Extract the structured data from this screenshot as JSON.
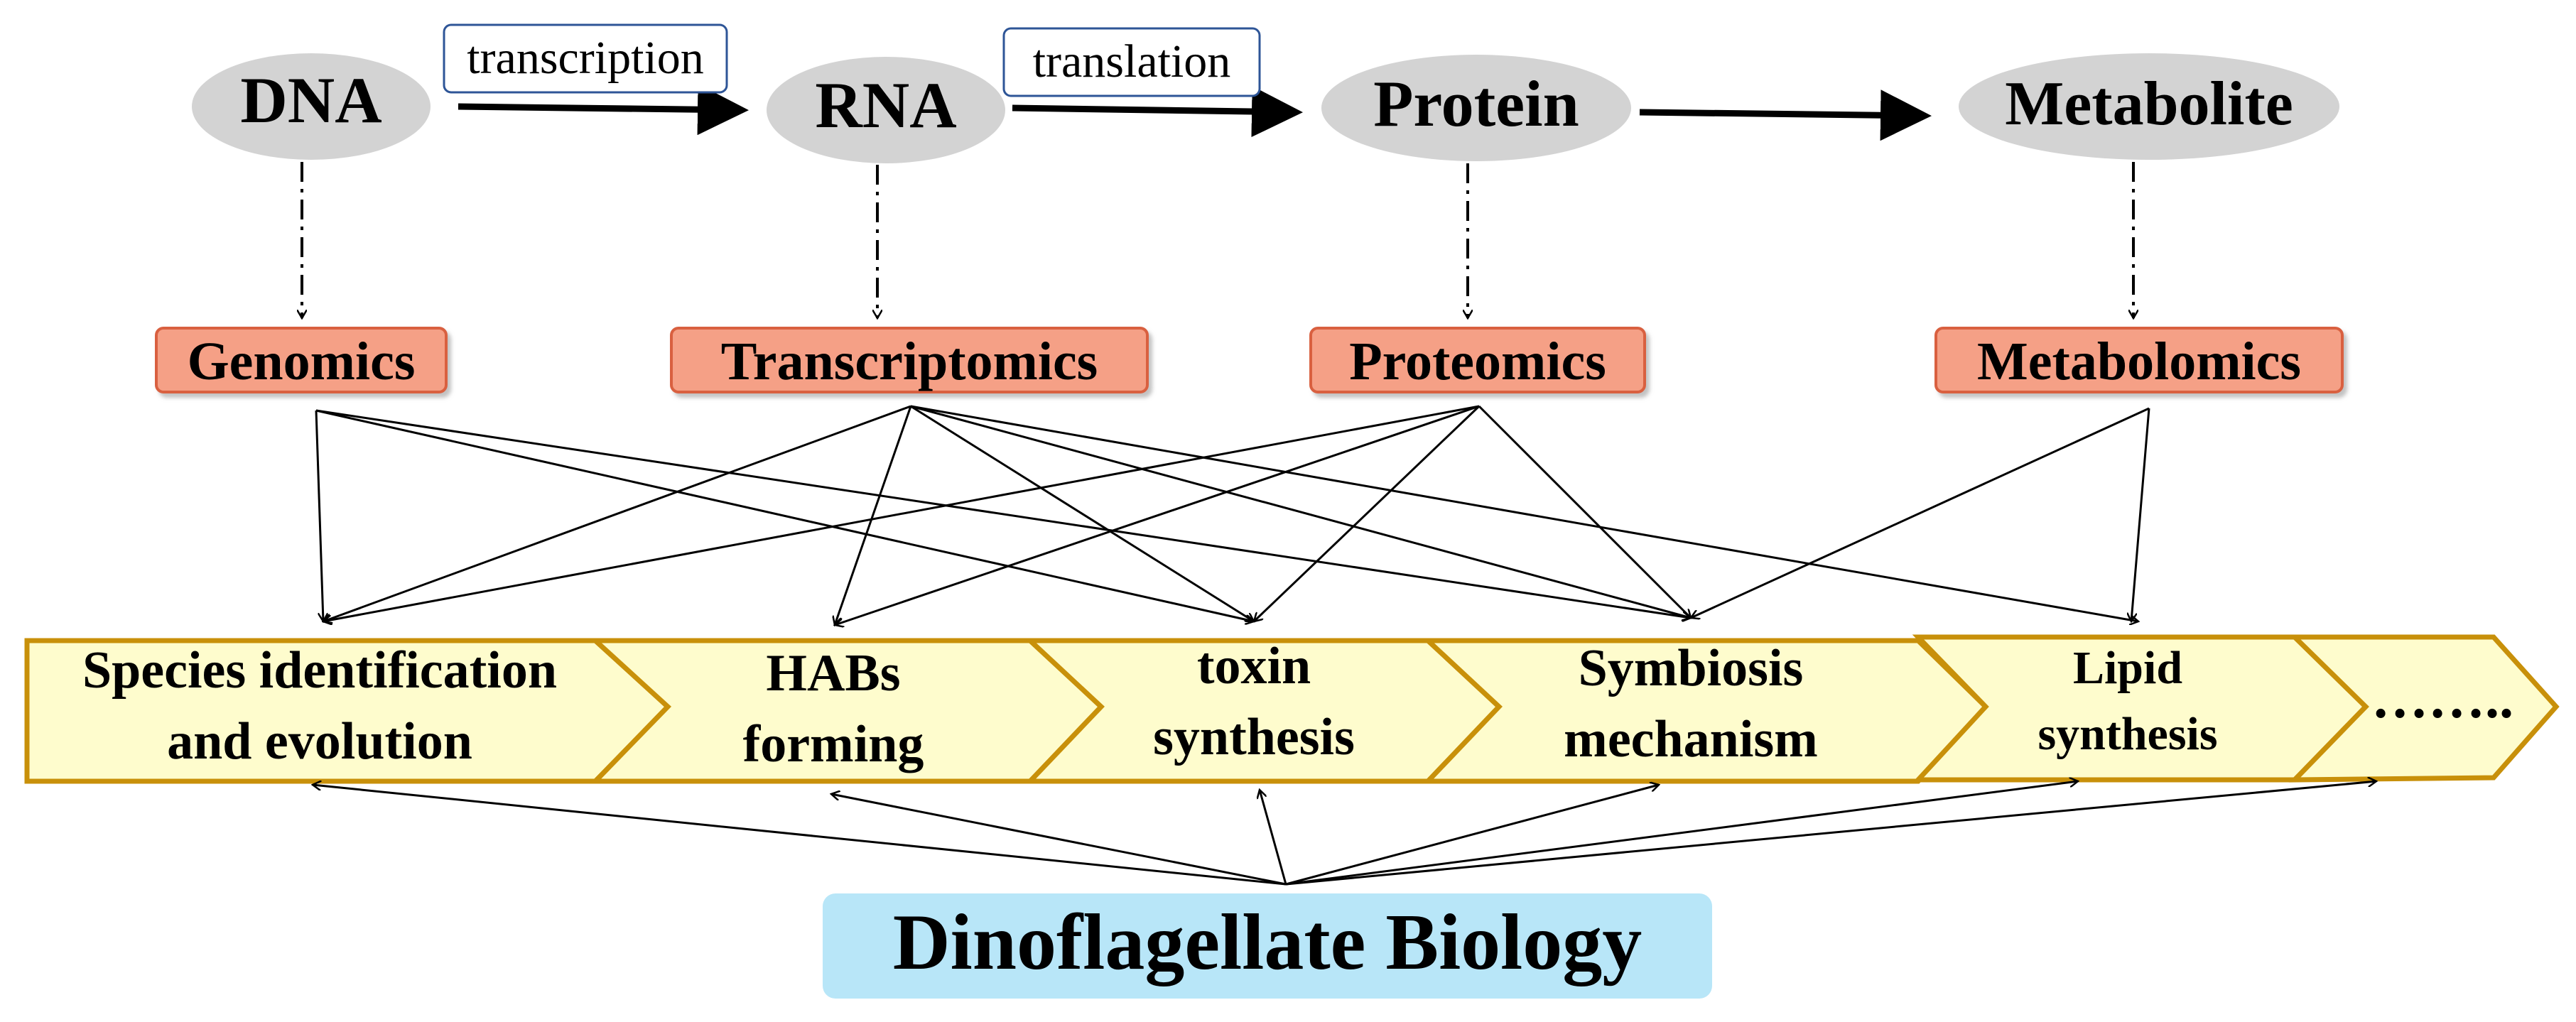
{
  "flow": {
    "nodes": [
      {
        "label": "DNA"
      },
      {
        "label": "RNA"
      },
      {
        "label": "Protein"
      },
      {
        "label": "Metabolite"
      }
    ],
    "transitions": [
      "transcription",
      "translation"
    ]
  },
  "omics": [
    "Genomics",
    "Transcriptomics",
    "Proteomics",
    "Metabolomics"
  ],
  "topics": [
    {
      "line1": "Species identification",
      "line2": "and evolution"
    },
    {
      "line1": "HABs",
      "line2": "forming"
    },
    {
      "line1": "toxin",
      "line2": "synthesis"
    },
    {
      "line1": "Symbiosis",
      "line2": "mechanism"
    },
    {
      "line1": "Lipid",
      "line2": "synthesis"
    },
    {
      "line1": "……..",
      "line2": ""
    }
  ],
  "footer": {
    "title": "Dinoflagellate Biology"
  },
  "colors": {
    "node_fill": "#d3d3d3",
    "omics_fill": "#f5a086",
    "omics_stroke": "#d9603f",
    "arrow_fill": "#fefccd",
    "arrow_stroke": "#c8900a",
    "footer_fill": "#b8e6f8",
    "label_box_stroke": "#2e5597"
  }
}
